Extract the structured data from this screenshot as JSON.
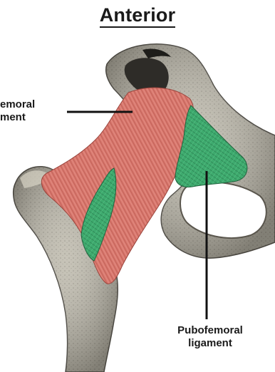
{
  "title": "Anterior",
  "labels": {
    "iliofemoral": {
      "line1": "emoral",
      "line2": "ment"
    },
    "pubofemoral": {
      "line1": "Pubofemoral",
      "line2": "ligament"
    }
  },
  "colors": {
    "bone": "#b9b5a7",
    "bone_shadow": "#6f6b61",
    "bone_dark": "#2e2c28",
    "iliofemoral_ligament": "#d87a70",
    "pubofemoral_ligament": "#3fae72",
    "leader_line": "#111111"
  }
}
